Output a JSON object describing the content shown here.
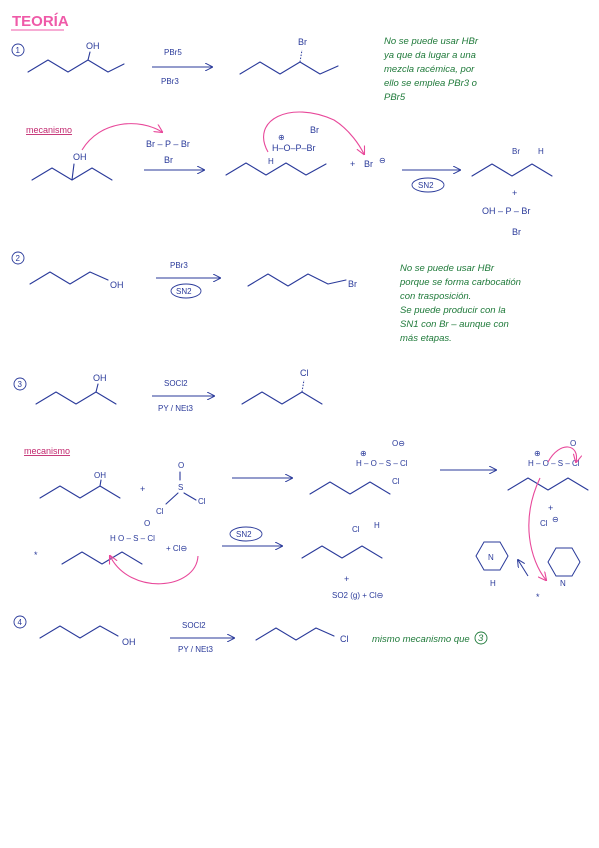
{
  "title": "TEORÍA",
  "sections": {
    "s1": {
      "number": "1",
      "reactant_label": "OH",
      "reagent_top": "PBr5",
      "reagent_bottom": "PBr3",
      "product_label": "Br",
      "note": [
        "No se puede usar HBr",
        "ya que da lugar a una",
        "mezcla racémica, por",
        "ello se emplea PBr3 o",
        "PBr5"
      ],
      "mechanism_heading": "mecanismo",
      "mech": {
        "oh": "OH",
        "pbr3_top": "Br – P – Br",
        "pbr3_bottom": "Br",
        "int_br": "Br",
        "int_center": "H–O–P–Br",
        "int_h": "H",
        "charge": "⊕",
        "plus": "+",
        "bromide": "Br",
        "minus": "⊖",
        "step": "SN2",
        "prod_br": "Br",
        "prod_h": "H",
        "plus2": "+",
        "byprod": "OH – P – Br",
        "byprod_br": "Br"
      }
    },
    "s2": {
      "number": "2",
      "oh": "OH",
      "reagent_top": "PBr3",
      "reagent_bottom": "SN2",
      "product": "Br",
      "note": [
        "No se puede usar HBr",
        "porque se forma carbocatión",
        "con trasposición.",
        "Se puede producir con la",
        "SN1 con Br – aunque con",
        "más etapas."
      ]
    },
    "s3": {
      "number": "3",
      "oh": "OH",
      "reagent_top": "SOCl2",
      "reagent_bottom": "PY / NEt3",
      "product_label": "Cl",
      "mechanism_heading": "mecanismo",
      "mech": {
        "oh": "OH",
        "plus": "+",
        "socl2_o": "O",
        "socl2_s": "S",
        "cl_left": "Cl",
        "cl_right": "Cl",
        "int1_top": "O⊖",
        "int1": "H – O – S – Cl",
        "int1_cl": "Cl",
        "charge": "⊕",
        "int2": "H – O – S – Cl",
        "int2_top": "O",
        "chloride": "Cl",
        "minus": "⊖",
        "plus_r": "+",
        "pyridine_n": "N",
        "pyridine_h": "H",
        "lower_int": "H O – S – Cl",
        "lower_o": "O",
        "plus_cl": "+ Cl⊖",
        "step": "SN2",
        "prod_cl": "Cl",
        "prod_h": "H",
        "plus2": "+",
        "byprods": "SO2 (g) + Cl⊖"
      }
    },
    "s4": {
      "number": "4",
      "oh": "OH",
      "reagent_top": "SOCl2",
      "reagent_bottom": "PY / NEt3",
      "product": "Cl",
      "note": "mismo mecanismo que",
      "note_ref": "3"
    }
  },
  "colors": {
    "ink": "#2a3a9a",
    "pink": "#e8489a",
    "green": "#1f7a3a",
    "title": "#ef5aa8"
  }
}
